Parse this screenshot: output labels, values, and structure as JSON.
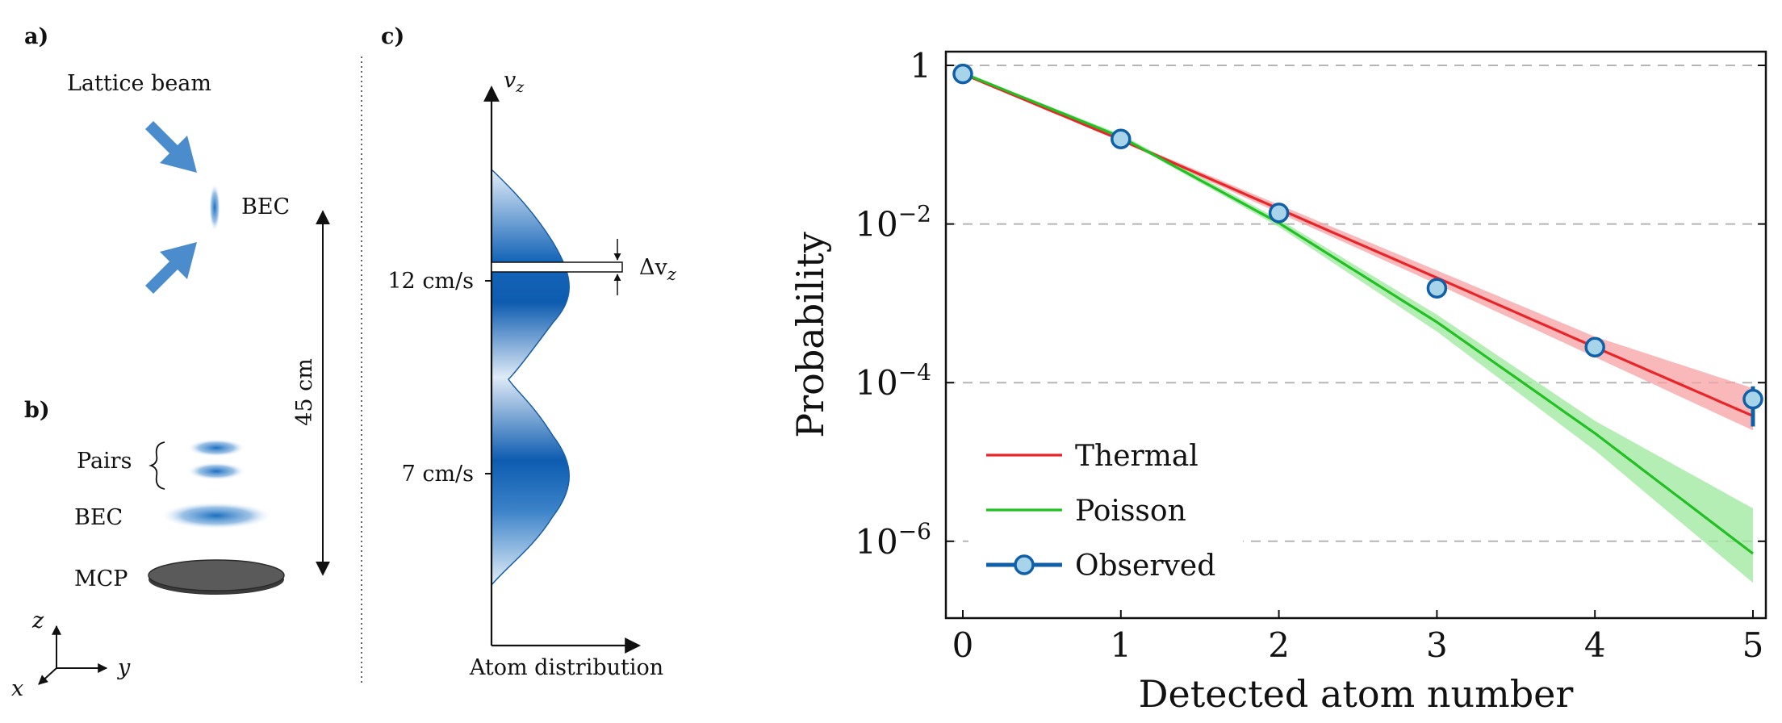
{
  "panels": {
    "a": {
      "letter": "a)",
      "lattice_label": "Lattice beam",
      "bec_label": "BEC",
      "distance_label": "45 cm"
    },
    "b": {
      "letter": "b)",
      "pairs_label": "Pairs",
      "bec_label": "BEC",
      "mcp_label": "MCP",
      "axis_z": "z",
      "axis_y": "y",
      "axis_x": "x"
    },
    "c": {
      "letter": "c)",
      "axis_label": "v",
      "axis_sub": "z",
      "tick_high": "12 cm/s",
      "tick_low": "7 cm/s",
      "delta_label": "Δv",
      "delta_sub": "z",
      "xlabel": "Atom distribution"
    }
  },
  "chart_data": {
    "type": "line",
    "xlabel": "Detected atom number",
    "ylabel": "Probability",
    "yscale": "log",
    "xlim": [
      -0.1,
      5.1
    ],
    "ylim": [
      1e-07,
      1.5
    ],
    "xticks": [
      0,
      1,
      2,
      3,
      4,
      5
    ],
    "yticks": [
      {
        "value": 1,
        "base": "1",
        "exp": ""
      },
      {
        "value": 0.01,
        "base": "10",
        "exp": "−2"
      },
      {
        "value": 0.0001,
        "base": "10",
        "exp": "−4"
      },
      {
        "value": 1e-06,
        "base": "10",
        "exp": "−6"
      }
    ],
    "grid": "horizontal-dashed",
    "legend_position": "bottom-left",
    "series": [
      {
        "name": "Thermal",
        "color": "#e8262a",
        "band_color": "#f7a0a3",
        "x": [
          0,
          1,
          2,
          3,
          4,
          5
        ],
        "values": [
          0.78,
          0.115,
          0.0155,
          0.0021,
          0.00028,
          3.8e-05
        ],
        "band_low": [
          0.76,
          0.11,
          0.0138,
          0.00175,
          0.00021,
          2.5e-05
        ],
        "band_high": [
          0.8,
          0.12,
          0.0175,
          0.0026,
          0.00038,
          8.5e-05
        ]
      },
      {
        "name": "Poisson",
        "color": "#22c022",
        "band_color": "#9be89b",
        "x": [
          0,
          1,
          2,
          3,
          4,
          5
        ],
        "values": [
          0.8,
          0.125,
          0.0103,
          0.00058,
          2.3e-05,
          7e-07
        ],
        "band_low": [
          0.78,
          0.12,
          0.0092,
          0.00044,
          1.4e-05,
          3e-07
        ],
        "band_high": [
          0.82,
          0.135,
          0.0115,
          0.00072,
          3.3e-05,
          2.6e-06
        ]
      },
      {
        "name": "Observed",
        "color": "#1060a8",
        "marker_fill": "#a8d4ea",
        "x": [
          0,
          1,
          2,
          3,
          4,
          5
        ],
        "values": [
          0.78,
          0.118,
          0.0138,
          0.00155,
          0.00028,
          6.2e-05
        ],
        "err_low": [
          0.77,
          0.115,
          0.0134,
          0.0015,
          0.00022,
          2.8e-05
        ],
        "err_high": [
          0.79,
          0.121,
          0.0142,
          0.0016,
          0.0003,
          9e-05
        ]
      }
    ]
  }
}
